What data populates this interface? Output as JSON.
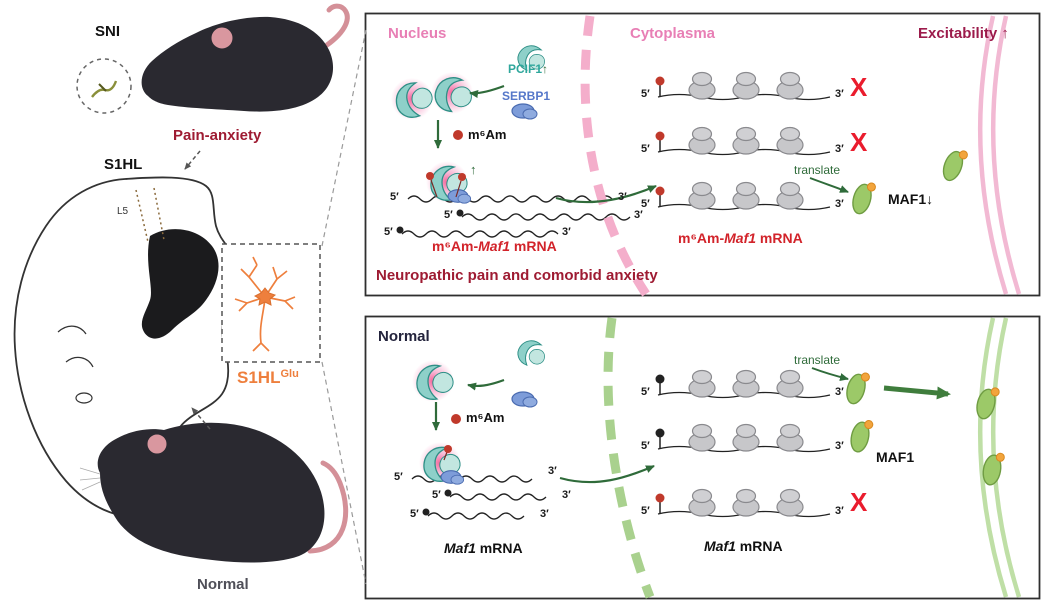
{
  "shared": {
    "five_prime": "5′",
    "three_prime": "3′",
    "m6am": "m⁶Am",
    "translate": "translate",
    "x_mark": "X",
    "up_arrow": "↑"
  },
  "left": {
    "sni": "SNI",
    "pain_anxiety": "Pain-anxiety",
    "s1hl": "S1HL",
    "l5": "L5",
    "s1hl_glu": "S1HL",
    "s1hl_glu_sup": "Glu",
    "normal": "Normal"
  },
  "top_panel": {
    "nucleus": "Nucleus",
    "cytoplasma": "Cytoplasma",
    "excitability": "Excitability ↑",
    "pcif1": "PCIF1",
    "pcif1_up": "↑",
    "serbp1": "SERBP1",
    "mrna_prefix": "m⁶Am-",
    "mrna_gene": "Maf1",
    "mrna_suffix": " mRNA",
    "maf1": "MAF1↓",
    "caption": "Neuropathic pain and comorbid anxiety"
  },
  "bottom_panel": {
    "title": "Normal",
    "mrna_gene": "Maf1",
    "mrna_suffix": " mRNA",
    "maf1": "MAF1"
  },
  "colors": {
    "nucleus_label": "#e87fb5",
    "red_text": "#d2232a",
    "dark_red": "#9e1b32",
    "maroon": "#9c1b4b",
    "green_arrow": "#2f6b3a",
    "teal_protein": "#8ed0c9",
    "blue_protein": "#7d9cd9",
    "neuron_orange": "#ee7f3d",
    "membrane_pink": "#f2b9d3",
    "membrane_green": "#bfdfa6",
    "x_red": "#ea1c2d"
  }
}
